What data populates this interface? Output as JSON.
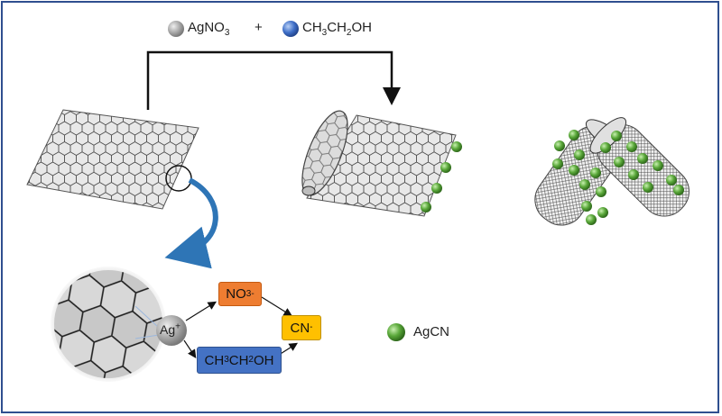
{
  "reagents": {
    "agno3": {
      "pre": "AgNO",
      "sub": "3"
    },
    "plus": "+",
    "ethanol": {
      "a": "CH",
      "a_sub": "3",
      "b": "CH",
      "b_sub": "2",
      "c": "OH"
    }
  },
  "mechanism": {
    "ag_ion": {
      "base": "Ag",
      "sup": "+"
    },
    "nitrate": {
      "base": "NO",
      "sub": "3",
      "sup": "-"
    },
    "ethanol_box": {
      "a": "CH",
      "a_sub": "3",
      "b": "CH",
      "b_sub": "2",
      "c": "OH"
    },
    "cyanide": {
      "base": "CN",
      "sup": "-"
    }
  },
  "legend": {
    "label": "AgCN"
  },
  "colors": {
    "border": "#2f4f8f",
    "agno3_sphere": "#9a9a9a",
    "ethanol_sphere": "#3f6fc8",
    "agcn_sphere": "#5aa83a",
    "nitrate_box": "#ee7d31",
    "ethanol_box": "#4472c4",
    "cyanide_box": "#ffc000",
    "curved_arrow": "#2e75b6"
  },
  "icons": [
    "agno3-sphere-icon",
    "ethanol-sphere-icon",
    "agcn-sphere-icon",
    "graphene-sheet-icon",
    "rolled-sheet-icon",
    "nanotube-icon",
    "zoom-circle-icon",
    "curved-arrow-icon"
  ]
}
